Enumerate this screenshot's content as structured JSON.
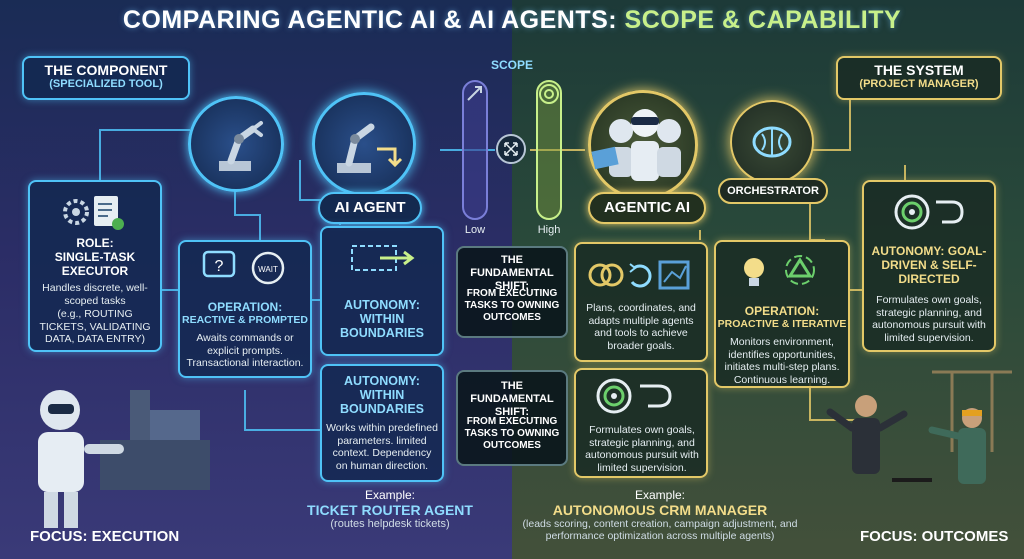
{
  "title": {
    "main": "COMPARING AGENTIC AI & AI AGENTS:",
    "accent": "SCOPE & CAPABILITY"
  },
  "left": {
    "component": {
      "title": "THE COMPONENT",
      "subtitle": "(SPECIALIZED TOOL)"
    },
    "badge": "AI AGENT",
    "role": {
      "title": "ROLE:",
      "name": "SINGLE-TASK EXECUTOR",
      "desc": "Handles discrete, well-scoped tasks",
      "examples": "(e.g., ROUTING TICKETS, VALIDATING DATA, DATA ENTRY)"
    },
    "operation": {
      "title": "OPERATION:",
      "subtitle": "REACTIVE & PROMPTED",
      "desc": "Awaits commands or explicit prompts. Transactional interaction.",
      "wait_label": "WAIT",
      "chat_label": "?"
    },
    "autonomy_top": {
      "title": "AUTONOMY: WITHIN BOUNDARIES"
    },
    "autonomy_bottom": {
      "title": "AUTONOMY: WITHIN BOUNDARIES",
      "desc": "Works within predefined parameters. limited context. Dependency on human direction."
    },
    "example": {
      "label": "Example:",
      "name": "TICKET ROUTER AGENT",
      "desc": "(routes helpdesk tickets)"
    },
    "focus": "FOCUS: EXECUTION"
  },
  "center": {
    "scope": "SCOPE",
    "low": "Low",
    "high": "High",
    "shift_top": {
      "title": "THE FUNDAMENTAL SHIFT:",
      "desc": "FROM EXECUTING TASKS TO OWNING OUTCOMES"
    },
    "shift_bottom": {
      "title": "THE FUNDAMENTAL SHIFT:",
      "desc": "FROM EXECUTING TASKS TO OWNING OUTCOMES"
    }
  },
  "right": {
    "system": {
      "title": "THE SYSTEM",
      "subtitle": "(PROJECT MANAGER)"
    },
    "badge": "AGENTIC AI",
    "orchestrator": "ORCHESTRATOR",
    "plans": {
      "desc": "Plans, coordinates, and adapts multiple agents and tools to achieve broader goals."
    },
    "operation": {
      "title": "OPERATION:",
      "subtitle": "PROACTIVE & ITERATIVE",
      "desc": "Monitors environment, identifies opportunities, initiates multi-step plans. Continuous learning."
    },
    "autonomy": {
      "title": "AUTONOMY: GOAL-DRIVEN & SELF-DIRECTED",
      "desc": "Formulates own goals, strategic planning, and autonomous pursuit with limited supervision."
    },
    "goals": {
      "desc": "Formulates own goals, strategic planning, and autonomous pursuit with limited supervision."
    },
    "example": {
      "label": "Example:",
      "name": "AUTONOMOUS CRM MANAGER",
      "desc": "(leads scoring, content creation, campaign adjustment, and performance optimization across multiple agents)"
    },
    "focus": "FOCUS: OUTCOMES"
  },
  "colors": {
    "cyan": "#4fc3f7",
    "gold": "#e3c867",
    "left_bg": "#2b2d66",
    "right_bg": "#2a4a3a"
  }
}
